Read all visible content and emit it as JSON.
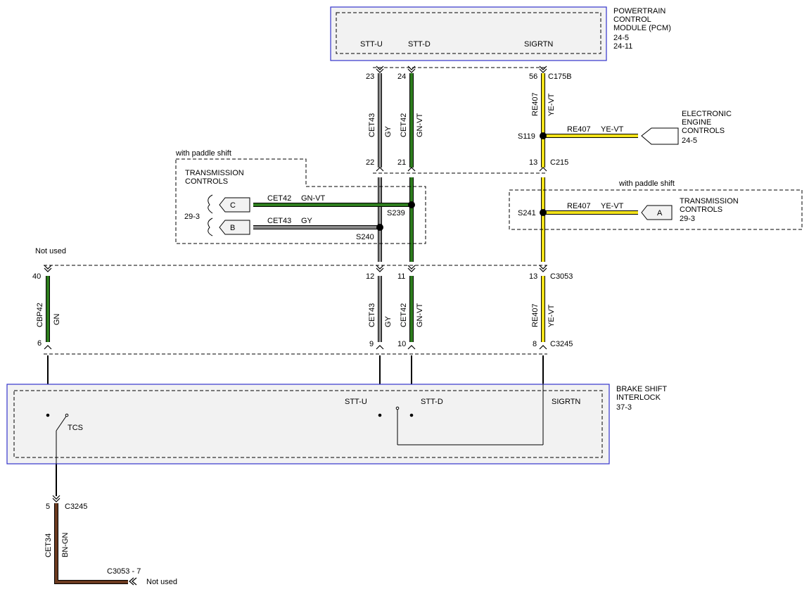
{
  "pcm": {
    "title_lines": [
      "POWERTRAIN",
      "CONTROL",
      "MODULE (PCM)",
      "24-5",
      "24-11"
    ],
    "pins": [
      "STT-U",
      "STT-D",
      "SIGRTN"
    ]
  },
  "bsi": {
    "title_lines": [
      "BRAKE SHIFT",
      "INTERLOCK",
      "37-3"
    ],
    "pins": [
      "STT-U",
      "STT-D",
      "SIGRTN"
    ],
    "switch_label": "TCS"
  },
  "eec": {
    "title_lines": [
      "ELECTRONIC",
      "ENGINE",
      "CONTROLS",
      "24-5"
    ]
  },
  "paddle_left": {
    "option": "with paddle shift",
    "title_lines": [
      "TRANSMISSION",
      "CONTROLS"
    ],
    "ref": "29-3",
    "conn_c": "C",
    "conn_b": "B"
  },
  "paddle_right": {
    "option": "with paddle shift",
    "title_lines": [
      "TRANSMISSION",
      "CONTROLS",
      "29-3"
    ],
    "conn_a": "A"
  },
  "wires": {
    "cet43": "CET43",
    "gy": "GY",
    "cet42": "CET42",
    "gnvt": "GN-VT",
    "re407": "RE407",
    "yevt": "YE-VT",
    "cbp42": "CBP42",
    "gn": "GN",
    "cet34": "CET34",
    "bngn": "BN-GN"
  },
  "pins": {
    "p23": "23",
    "p24": "24",
    "p56": "56",
    "p22": "22",
    "p21": "21",
    "p13a": "13",
    "p12": "12",
    "p11": "11",
    "p13b": "13",
    "p40": "40",
    "p6": "6",
    "p9": "9",
    "p10": "10",
    "p8": "8",
    "p5": "5"
  },
  "connectors": {
    "c175b": "C175B",
    "c215": "C215",
    "c3053": "C3053",
    "c3245a": "C3245",
    "c3245b": "C3245",
    "c3053_7": "C3053 - 7"
  },
  "splices": {
    "s119": "S119",
    "s239": "S239",
    "s240": "S240",
    "s241": "S241"
  },
  "notes": {
    "not_used_top": "Not used",
    "not_used_bottom": "Not used"
  },
  "colors": {
    "gray_wire": "#8a8a8a",
    "green_wire": "#2e7d1e",
    "yellow_wire": "#f2e21a",
    "brown_wire": "#6b3a1f",
    "module_border": "#3333cc",
    "module_fill": "#f2f2f2"
  }
}
